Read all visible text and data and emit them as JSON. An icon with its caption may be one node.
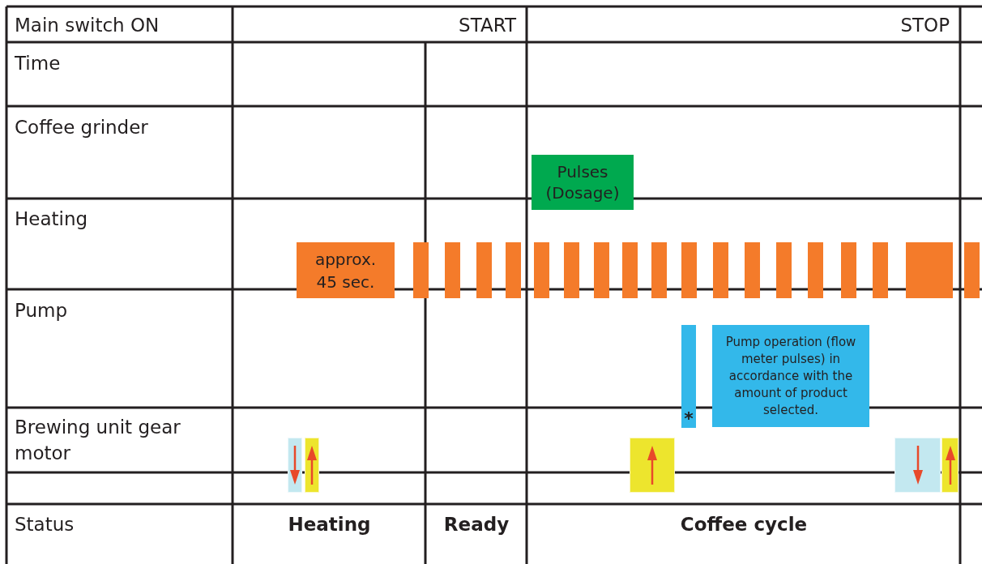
{
  "diagram": {
    "nodes": [
      {
        "text": [
          "Pulses (Dosage)"
        ]
      },
      {
        "text": [
          "approx. 45 sec."
        ]
      },
      {
        "text": [],
        "shape": "bar"
      },
      {
        "text": [],
        "shape": "bar"
      },
      {
        "text": [],
        "shape": "bar"
      },
      {
        "text": [],
        "shape": "bar"
      },
      {
        "text": [],
        "shape": "bar"
      },
      {
        "text": [],
        "shape": "bar"
      },
      {
        "text": [],
        "shape": "bar"
      },
      {
        "text": [],
        "shape": "bar"
      },
      {
        "text": [],
        "shape": "bar"
      },
      {
        "text": [],
        "shape": "bar"
      },
      {
        "text": [],
        "shape": "bar"
      },
      {
        "text": [],
        "shape": "bar"
      },
      {
        "text": [],
        "shape": "bar"
      },
      {
        "text": [],
        "shape": "bar"
      },
      {
        "text": [],
        "shape": "bar"
      },
      {
        "text": [],
        "shape": "bar"
      },
      {
        "text": [],
        "shape": "bar"
      },
      {
        "text": [],
        "shape": "bar"
      },
      {
        "text": [
          "*"
        ]
      },
      {
        "text": [
          "Pump operation (flow meter pulses) in accordance with the amount of product selected."
        ]
      },
      {
        "text": [],
        "shape": "box"
      },
      {
        "text": [],
        "shape": "box"
      },
      {
        "text": [],
        "shape": "box"
      },
      {
        "text": [],
        "shape": "box"
      },
      {
        "text": [],
        "shape": "box"
      }
    ],
    "labels": [
      "Main switch ON",
      "START",
      "STOP",
      "Time",
      "Coffee grinder",
      "Heating",
      "Pump",
      "Brewing unit gear motor",
      "Status",
      "Heating",
      "Ready",
      "Coffee cycle"
    ]
  }
}
